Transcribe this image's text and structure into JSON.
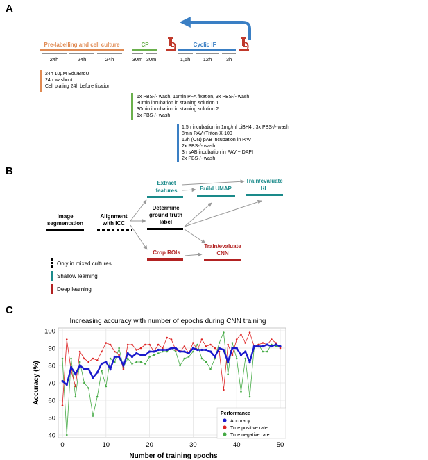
{
  "panelA": {
    "letter": "A",
    "phases": [
      {
        "label": "Pre-labelling and cell culture",
        "color": "#e08a52"
      },
      {
        "label": "CP",
        "color": "#6ab04c"
      },
      {
        "label": "Cyclic IF",
        "color": "#3a7fc4"
      }
    ],
    "durations": {
      "pre": [
        "24h",
        "24h",
        "24h"
      ],
      "cp": [
        "30m",
        "30m"
      ],
      "cif": [
        "1,5h",
        "12h",
        "3h"
      ]
    },
    "protocols": {
      "pre": [
        "24h 10µM Edu/BrdU",
        "24h washout",
        "Cell plating 24h before fixation"
      ],
      "cp": [
        "1x PBS-/- wash, 15min PFA fixation, 3x PBS-/- wash",
        "30min incubation in staining solution 1",
        "30min incubation in staining solution 2",
        "1x PBS-/- wash"
      ],
      "cif": [
        "1,5h incubation in 1mg/ml LiBH4 , 3x PBS-/- wash",
        "8min PAV+Triton-X-100",
        "12h (ON) pAB incubation in PAV",
        "2x PBS-/- wash",
        "3h sAB incubation in PAV + DAPI",
        "2x PBS-/- wash"
      ]
    },
    "icon_color": "#c0392b"
  },
  "panelB": {
    "letter": "B",
    "steps": {
      "segmentation": [
        "Image",
        "segmentation"
      ],
      "alignment": [
        "Alignment",
        "with ICC"
      ],
      "ground_truth": [
        "Determine",
        "ground truth",
        "label"
      ],
      "extract": [
        "Extract",
        "features"
      ],
      "umap": [
        "Build UMAP"
      ],
      "rf": [
        "Train/evaluate",
        "RF"
      ],
      "crop": [
        "Crop ROIs"
      ],
      "cnn": [
        "Train/evaluate",
        "CNN"
      ]
    },
    "legend": [
      "Only in mixed cultures",
      "Shallow learning",
      "Deep learning"
    ],
    "colors": {
      "shallow": "#1a8a8a",
      "deep": "#b22222",
      "neutral": "#000000"
    }
  },
  "panelC": {
    "letter": "C"
  },
  "chart_data": {
    "type": "line",
    "title": "Increasing accuracy with number of epochs during CNN training",
    "xlabel": "Number of training epochs",
    "ylabel": "Accuracy (%)",
    "xlim": [
      0,
      50
    ],
    "ylim": [
      40,
      100
    ],
    "xticks": [
      0,
      10,
      20,
      30,
      40,
      50
    ],
    "yticks": [
      40,
      50,
      60,
      70,
      80,
      90,
      100
    ],
    "grid": true,
    "legend_title": "Performance",
    "legend_position": "bottom-right",
    "x": [
      0,
      1,
      2,
      3,
      4,
      5,
      6,
      7,
      8,
      9,
      10,
      11,
      12,
      13,
      14,
      15,
      16,
      17,
      18,
      19,
      20,
      21,
      22,
      23,
      24,
      25,
      26,
      27,
      28,
      29,
      30,
      31,
      32,
      33,
      34,
      35,
      36,
      37,
      38,
      39,
      40,
      41,
      42,
      43,
      44,
      45,
      46,
      47,
      48,
      49,
      50
    ],
    "series": [
      {
        "name": "Accuracy",
        "color": "#1a1acc",
        "values": [
          71,
          69,
          79,
          75,
          80,
          78,
          78,
          73,
          76,
          81,
          82,
          78,
          85,
          85,
          80,
          87,
          85,
          87,
          86,
          86,
          88,
          88,
          89,
          89,
          89,
          90,
          90,
          88,
          88,
          87,
          90,
          89,
          89,
          89,
          88,
          85,
          90,
          89,
          82,
          90,
          90,
          86,
          88,
          82,
          91,
          91,
          91,
          92,
          91,
          92,
          91
        ]
      },
      {
        "name": "True positive rate",
        "color": "#dd2222",
        "values": [
          57,
          95,
          77,
          68,
          88,
          84,
          82,
          84,
          83,
          88,
          93,
          92,
          88,
          86,
          78,
          92,
          92,
          89,
          90,
          92,
          92,
          88,
          92,
          90,
          96,
          95,
          89,
          88,
          91,
          87,
          93,
          89,
          95,
          91,
          92,
          90,
          88,
          66,
          92,
          86,
          95,
          98,
          93,
          99,
          91,
          92,
          93,
          92,
          95,
          93,
          90
        ]
      },
      {
        "name": "True negative rate",
        "color": "#44aa44",
        "values": [
          84,
          40,
          84,
          62,
          82,
          70,
          67,
          51,
          62,
          77,
          68,
          84,
          82,
          90,
          79,
          84,
          81,
          82,
          82,
          81,
          85,
          86,
          87,
          88,
          88,
          90,
          88,
          80,
          84,
          85,
          88,
          92,
          84,
          82,
          78,
          84,
          93,
          99,
          75,
          93,
          84,
          65,
          84,
          62,
          90,
          92,
          88,
          88,
          92,
          91,
          91
        ]
      }
    ]
  }
}
